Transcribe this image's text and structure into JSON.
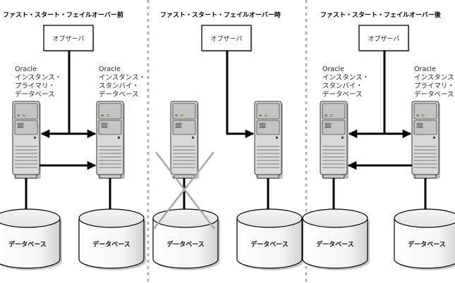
{
  "panels": [
    {
      "title": "ファスト・スタート・フェイルオーバー前",
      "observer": "オブザーバ",
      "servers": [
        {
          "label": [
            "Oracle",
            "インスタンス・",
            "プライマリ・",
            "データベース"
          ],
          "failed": false
        },
        {
          "label": [
            "Oracle",
            "インスタンス・",
            "スタンバイ・",
            "データベース"
          ],
          "failed": false
        }
      ],
      "databases": [
        "データベース",
        "データベース"
      ],
      "observer_link": "both",
      "redo_direction": "left-to-right"
    },
    {
      "title": "ファスト・スタート・フェイルオーバー時",
      "observer": "オブザーバ",
      "servers": [
        {
          "label": [],
          "failed": true
        },
        {
          "label": [],
          "failed": false
        }
      ],
      "databases": [
        "データベース",
        "データベース"
      ],
      "observer_link": "right",
      "redo_direction": "none"
    },
    {
      "title": "ファスト・スタート・フェイルオーバー後",
      "observer": "オブザーバ",
      "servers": [
        {
          "label": [
            "Oracle",
            "インスタンス・",
            "スタンバイ・",
            "データベース"
          ],
          "failed": false
        },
        {
          "label": [
            "Oracle",
            "インスタンス",
            "プライマリ・",
            "データベース"
          ],
          "failed": false
        }
      ],
      "databases": [
        "データベース",
        "データベース"
      ],
      "observer_link": "both",
      "redo_direction": "right-to-left"
    }
  ],
  "colors": {
    "line": "#000000",
    "separator": "#b0b0b0",
    "failure_mark": "#a8a8a8",
    "server_body": "#d9d9d9",
    "server_panel": "#c4c4c4",
    "led_green": "#6a9a50",
    "led_white": "#ffffff",
    "led_yellow": "#d8c040"
  }
}
